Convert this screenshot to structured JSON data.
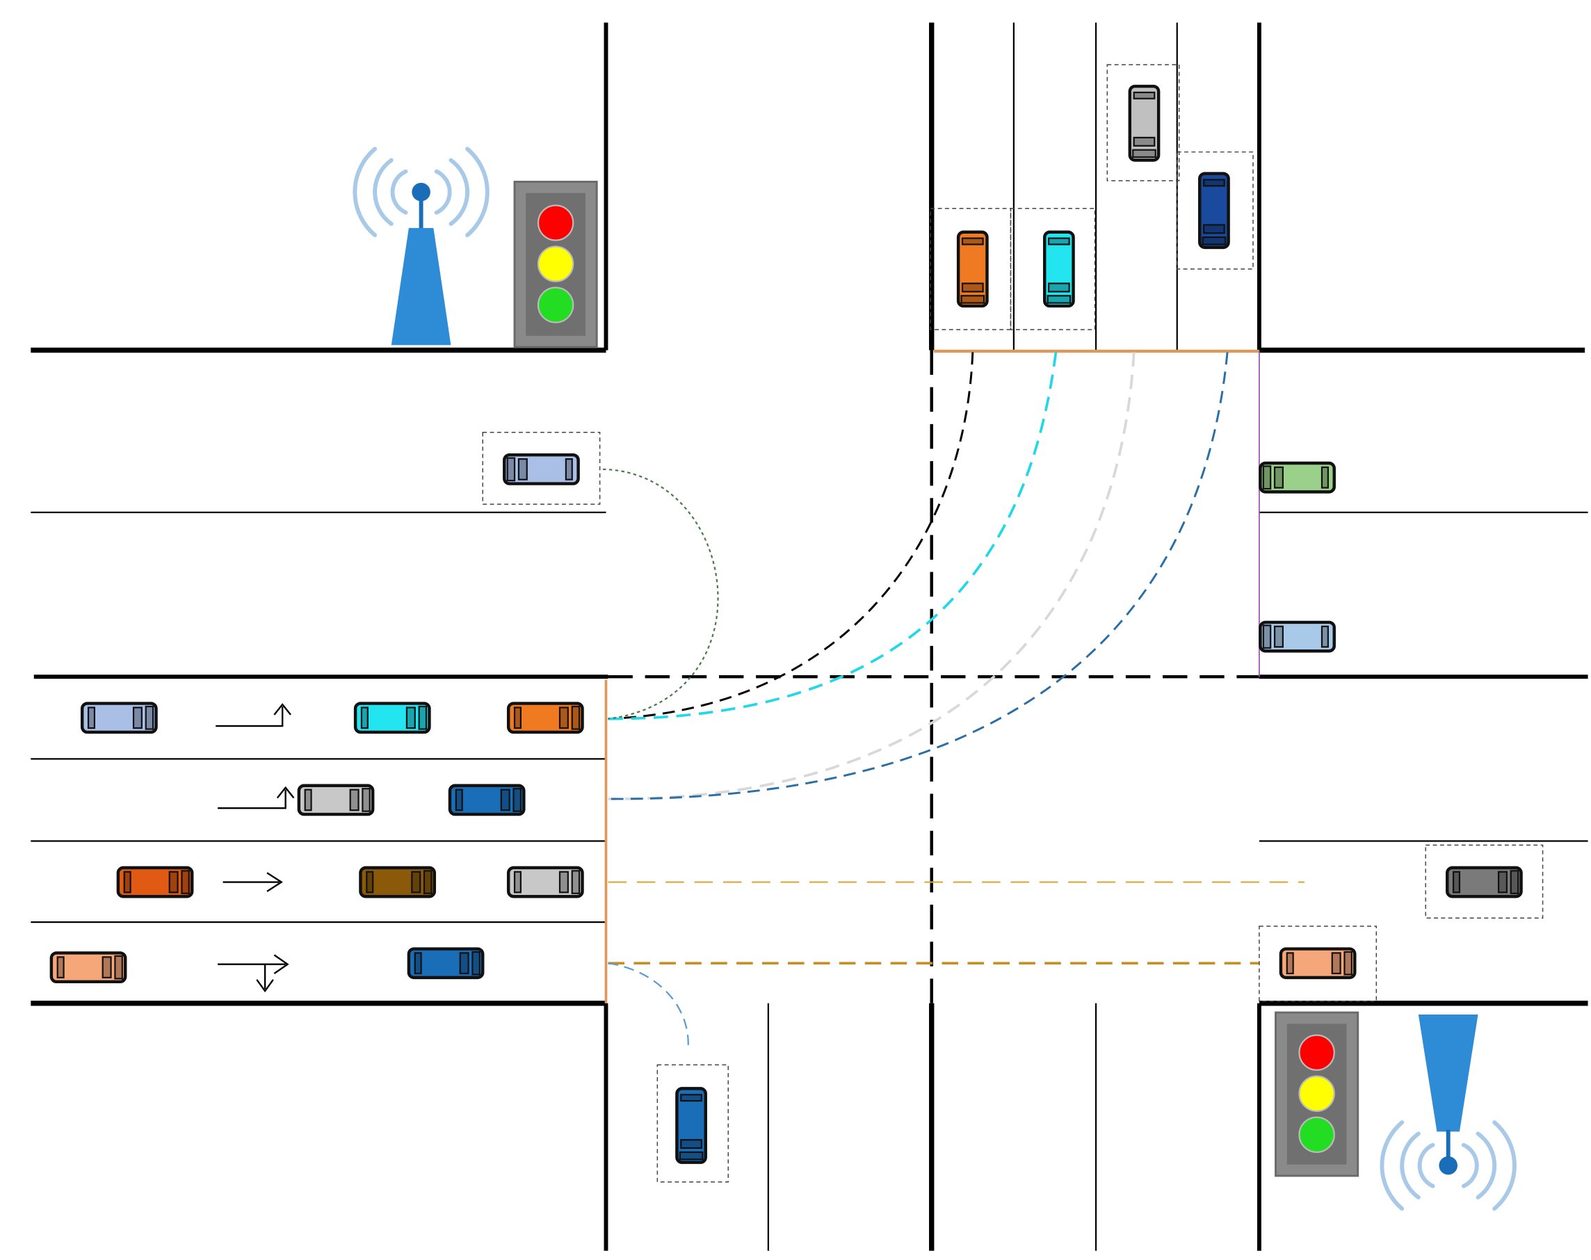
{
  "diagram": {
    "signal_colors": {
      "red": "#ff0000",
      "yellow": "#ffff00",
      "green": "#22dd22",
      "housing": "#8a8a8a",
      "panel": "#707070"
    },
    "tower_color": "#2e8bd6",
    "wave_color": "#a9c9e8",
    "road_color": "#000000",
    "stop_line_color": "#e0985a",
    "vehicles_west_approach": [
      {
        "lane": 1,
        "color": "#a9bfe6"
      },
      {
        "lane": 1,
        "color": "#22e5f0"
      },
      {
        "lane": 1,
        "color": "#f07a22"
      },
      {
        "lane": 2,
        "color": "#c8c8c8"
      },
      {
        "lane": 2,
        "color": "#1a6eb8"
      },
      {
        "lane": 3,
        "color": "#e05a14"
      },
      {
        "lane": 3,
        "color": "#8a5a0a"
      },
      {
        "lane": 3,
        "color": "#c8c8c8"
      },
      {
        "lane": 4,
        "color": "#f5a77a"
      },
      {
        "lane": 4,
        "color": "#1a6eb8"
      }
    ],
    "vehicles_north_road": [
      {
        "color": "#f07a22"
      },
      {
        "color": "#22e5f0"
      },
      {
        "color": "#c0c0c0"
      },
      {
        "color": "#1a4a9e"
      }
    ],
    "vehicles_other": [
      {
        "where": "west-exit",
        "color": "#a9bfe6"
      },
      {
        "where": "east-exit-1",
        "color": "#9ad08a"
      },
      {
        "where": "east-exit-2",
        "color": "#a9c9e8"
      },
      {
        "where": "east-far",
        "color": "#7a7a7a"
      },
      {
        "where": "east-near",
        "color": "#f5a77a"
      },
      {
        "where": "south-road",
        "color": "#1a6eb8"
      }
    ],
    "trajectory_colors": [
      "#000000",
      "#22d8e8",
      "#d8d8d8",
      "#2a6ea6",
      "#c79020",
      "#4a7a4a",
      "#5a9ad0"
    ],
    "lane_arrow_icons": [
      "left-turn-arrow",
      "left-turn-arrow",
      "straight-arrow",
      "right-turn-arrow"
    ]
  }
}
